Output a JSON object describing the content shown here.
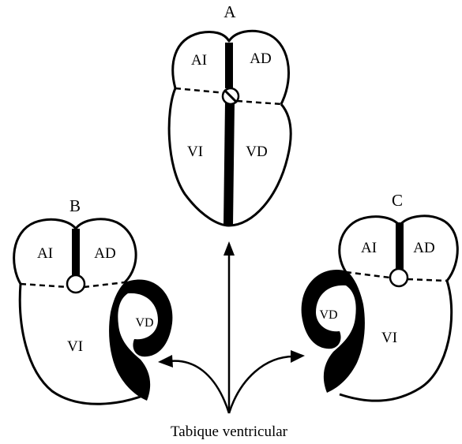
{
  "diagram": {
    "heart_a": {
      "letter": "A",
      "left_atrium": "AI",
      "right_atrium": "AD",
      "left_ventricle": "VI",
      "right_ventricle": "VD"
    },
    "heart_b": {
      "letter": "B",
      "left_atrium": "AI",
      "right_atrium": "AD",
      "left_ventricle": "VI",
      "right_ventricle": "VD"
    },
    "heart_c": {
      "letter": "C",
      "left_atrium": "AI",
      "right_atrium": "AD",
      "left_ventricle": "VI",
      "right_ventricle": "VD"
    },
    "caption": "Tabique ventricular"
  }
}
